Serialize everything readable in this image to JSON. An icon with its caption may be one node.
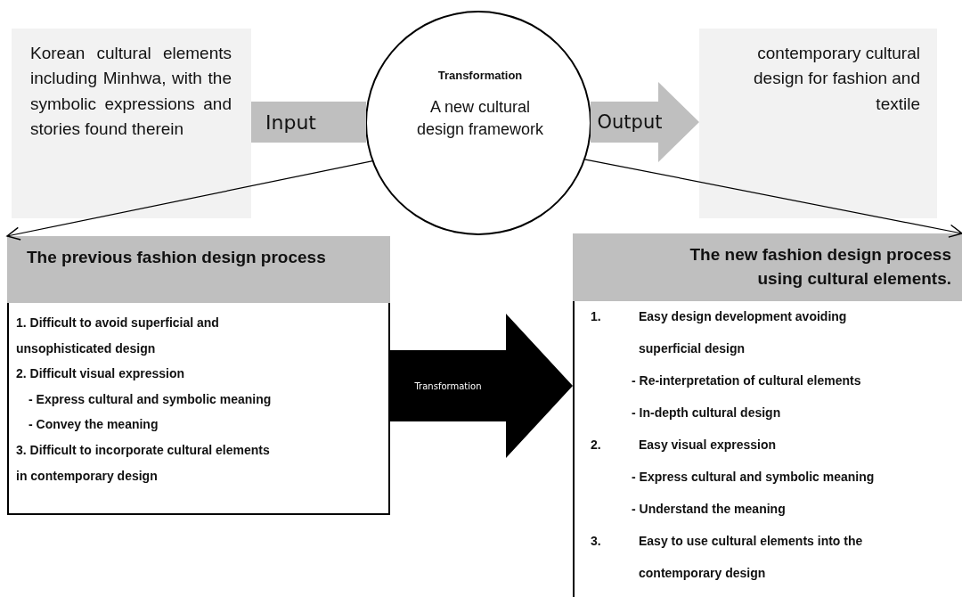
{
  "diagram": {
    "nodes": [
      {
        "text": [
          "Korean cultural elements including Minhwa, with the symbolic expressions and stories found therein"
        ]
      },
      {
        "text": [
          "Transformation",
          "A new cultural design framework"
        ]
      },
      {
        "text": [
          "contemporary cultural design for fashion and textile"
        ]
      },
      {
        "text": [
          "The previous fashion design process"
        ]
      },
      {
        "text": [
          "1. Difficult to avoid superficial and unsophisticated design",
          "2. Difficult visual expression",
          "- Express cultural and symbolic meaning",
          "- Convey the meaning",
          "3. Difficult to incorporate cultural elements in contemporary design"
        ]
      },
      {
        "text": [
          "The new fashion design process using cultural elements."
        ]
      },
      {
        "text": [
          "1.",
          "Easy design development avoiding superficial design",
          "- Re-interpretation of cultural elements",
          "- In-depth cultural design",
          "2.",
          "Easy visual expression",
          "- Express cultural and symbolic meaning",
          "- Understand the meaning",
          "3.",
          "Easy to use cultural elements into the contemporary design"
        ]
      }
    ],
    "edges": [
      {
        "from": 0,
        "to": 1,
        "arrow": "none",
        "label": "Input",
        "style": "thick",
        "color": "#bfbfbf"
      },
      {
        "from": 1,
        "to": 2,
        "arrow": "to",
        "label": "Output",
        "style": "thick",
        "color": "#bfbfbf"
      },
      {
        "from": 1,
        "to": 3,
        "arrow": "to"
      },
      {
        "from": 1,
        "to": 5,
        "arrow": "to"
      },
      {
        "from": 4,
        "to": 6,
        "arrow": "to",
        "label": "Transformation",
        "style": "thick",
        "color": "#000000"
      }
    ]
  }
}
